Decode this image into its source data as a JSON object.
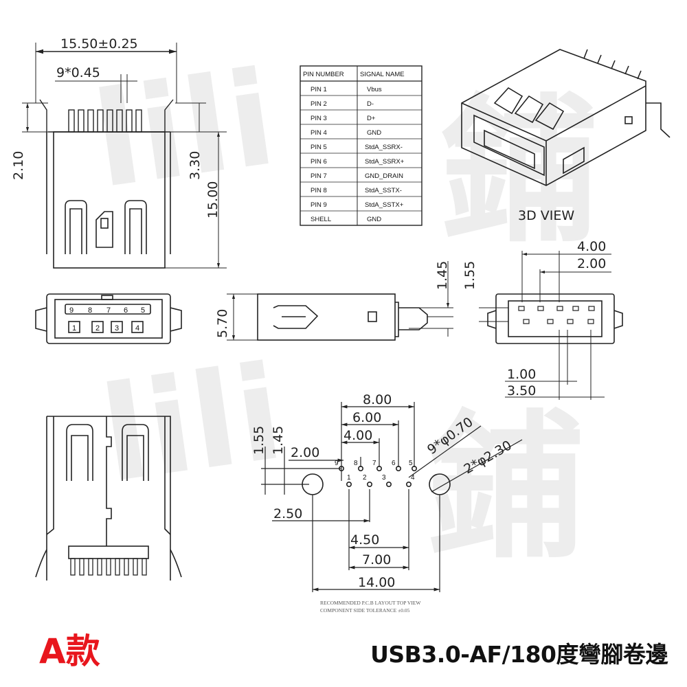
{
  "watermark": [
    "lili",
    "鋪"
  ],
  "top_view": {
    "width_dim": "15.50±0.25",
    "pitch_dim": "9*0.45",
    "left_height_dim": "2.10",
    "right_height_dim": "3.30",
    "body_height_dim": "15.00"
  },
  "pin_table": {
    "headers": [
      "PIN NUMBER",
      "SIGNAL NAME"
    ],
    "rows": [
      [
        "PIN 1",
        "Vbus"
      ],
      [
        "PIN 2",
        "D-"
      ],
      [
        "PIN 3",
        "D+"
      ],
      [
        "PIN 4",
        "GND"
      ],
      [
        "PIN 5",
        "StdA_SSRX-"
      ],
      [
        "PIN 6",
        "StdA_SSRX+"
      ],
      [
        "PIN 7",
        "GND_DRAIN"
      ],
      [
        "PIN 8",
        "StdA_SSTX-"
      ],
      [
        "PIN 9",
        "StdA_SSTX+"
      ],
      [
        "SHELL",
        "GND"
      ]
    ]
  },
  "view_3d_label": "3D VIEW",
  "front_view": {
    "upper_pins": [
      "9",
      "8",
      "7",
      "6",
      "5"
    ],
    "lower_pins": [
      "1",
      "2",
      "3",
      "4"
    ]
  },
  "side_view": {
    "height_dim": "5.70",
    "dim_a": "1.45",
    "dim_b": "1.55"
  },
  "rear_view": {
    "dims": [
      "4.00",
      "2.00",
      "1.00",
      "3.50"
    ]
  },
  "pcb_layout": {
    "top_dims": [
      "8.00",
      "6.00",
      "4.00",
      "2.00"
    ],
    "vertical_dims": [
      "1.55",
      "1.45"
    ],
    "hole_small": "9*φ0.70",
    "hole_large": "2*φ2.30",
    "hole_labels_top": [
      "9",
      "8",
      "7",
      "6",
      "5"
    ],
    "hole_labels_bottom": [
      "1",
      "2",
      "3",
      "4"
    ],
    "bottom_dims": [
      "2.50",
      "4.50",
      "7.00",
      "14.00"
    ],
    "note_line1": "RECOMMENDED P.C.B LAYOUT TOP VIEW",
    "note_line2": "COMPONENT SIDE TOLERANCE ±0.05"
  },
  "footer": {
    "variant_label": "A款",
    "model_label": "USB3.0-AF/180度彎腳卷邊"
  },
  "colors": {
    "line": "#222222",
    "accent": "#e8161d",
    "watermark": "#ececec"
  }
}
